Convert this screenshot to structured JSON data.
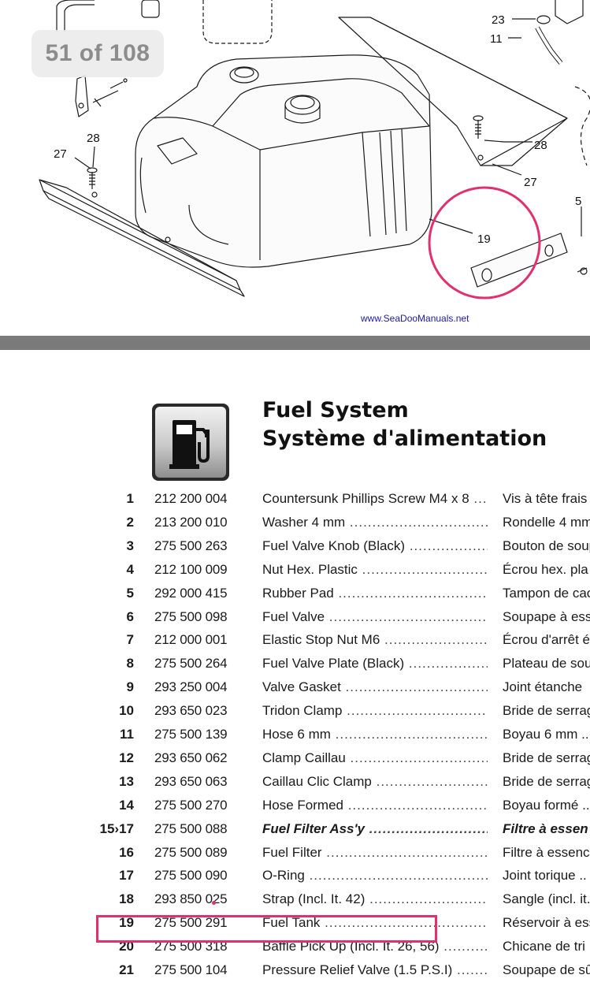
{
  "page_indicator": "51 of 108",
  "diagram": {
    "callouts": [
      "23",
      "11",
      "28",
      "27",
      "28",
      "27",
      "5",
      "19"
    ],
    "website": "www.SeaDooManuals.net",
    "highlight_color": "#e0306f"
  },
  "section": {
    "icon": "fuel-pump-icon",
    "title_en": "Fuel System",
    "title_fr": "Système d'alimentation"
  },
  "parts": [
    {
      "item": "1",
      "pn": "212 200 004",
      "en": "Countersunk Phillips Screw M4 x 8",
      "fr": "Vis à tête frais"
    },
    {
      "item": "2",
      "pn": "213 200 010",
      "en": "Washer 4 mm",
      "fr": "Rondelle 4 mm"
    },
    {
      "item": "3",
      "pn": "275 500 263",
      "en": "Fuel Valve Knob (Black)",
      "fr": "Bouton de soup"
    },
    {
      "item": "4",
      "pn": "212 100 009",
      "en": "Nut Hex. Plastic",
      "fr": "Écrou hex.  pla"
    },
    {
      "item": "5",
      "pn": "292 000 415",
      "en": "Rubber Pad",
      "fr": "Tampon de cao"
    },
    {
      "item": "6",
      "pn": "275 500 098",
      "en": "Fuel Valve",
      "fr": "Soupape à ess"
    },
    {
      "item": "7",
      "pn": "212 000 001",
      "en": "Elastic Stop Nut M6",
      "fr": "Écrou d'arrêt é"
    },
    {
      "item": "8",
      "pn": "275 500 264",
      "en": "Fuel Valve Plate (Black)",
      "fr": "Plateau de sou"
    },
    {
      "item": "9",
      "pn": "293 250 004",
      "en": "Valve Gasket",
      "fr": "Joint étanche"
    },
    {
      "item": "10",
      "pn": "293 650 023",
      "en": "Tridon Clamp",
      "fr": "Bride de serrag"
    },
    {
      "item": "11",
      "pn": "275 500 139",
      "en": "Hose 6 mm",
      "fr": "Boyau 6 mm ..."
    },
    {
      "item": "12",
      "pn": "293 650 062",
      "en": "Clamp Caillau",
      "fr": "Bride de serrag"
    },
    {
      "item": "13",
      "pn": "293 650 063",
      "en": "Caillau Clic Clamp",
      "fr": "Bride de serrag"
    },
    {
      "item": "14",
      "pn": "275 500 270",
      "en": "Hose Formed",
      "fr": "Boyau formé .."
    },
    {
      "item": "15›17",
      "pn": "275 500 088",
      "en": "Fuel Filter Ass'y",
      "fr": "Filtre à essen",
      "bold": true
    },
    {
      "item": "16",
      "pn": "275 500 089",
      "en": "Fuel Filter",
      "fr": "Filtre à essence"
    },
    {
      "item": "17",
      "pn": "275 500 090",
      "en": "O-Ring",
      "fr": "Joint torique .."
    },
    {
      "item": "18",
      "pn": "293 850 025",
      "en": "Strap (Incl. It. 42)",
      "fr": "Sangle (incl. it."
    },
    {
      "item": "19",
      "pn": "275 500 291",
      "en": "Fuel Tank",
      "fr": "Réservoir à ess"
    },
    {
      "item": "20",
      "pn": "275 500 318",
      "en": "Baffle Pick Up (Incl. It. 26, 56)",
      "fr": "Chicane  de tri"
    },
    {
      "item": "21",
      "pn": "275 500 104",
      "en": "Pressure Relief Valve (1.5 P.S.I)",
      "fr": "Soupape de sû"
    }
  ]
}
